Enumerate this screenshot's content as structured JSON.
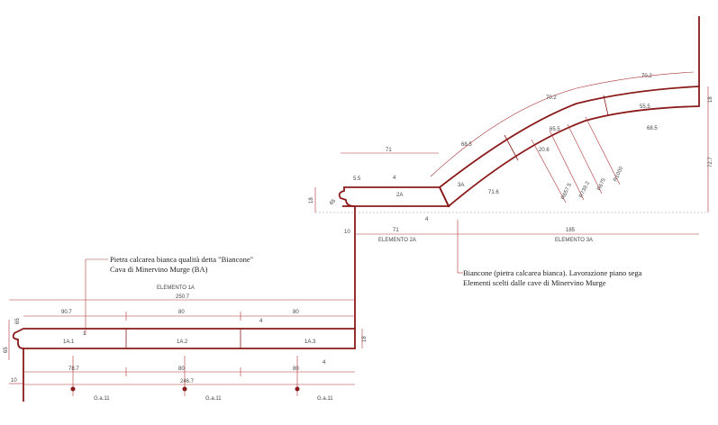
{
  "notes": {
    "note1_line1": "Pietra calcarea bianca qualità detta \"Biancone\"",
    "note1_line2": "Cava di Minervino Murge (BA)",
    "note2_line1": "Biancone (pietra calcarea bianca). Lavorazione piano sega",
    "note2_line2": "Elementi scelti dalle cave di Minervino Murge"
  },
  "elements": {
    "e1": "ELEMENTO 1A",
    "e2": "ELEMENTO 2A",
    "e3": "ELEMENTO 3A"
  },
  "dims_lower": {
    "total_top": "250.7",
    "seg1": "90.7",
    "seg2": "80",
    "seg3": "80",
    "bottom_seg1": "78.7",
    "bottom_seg2": "80",
    "bottom_seg3": "80",
    "total_bottom": "246.7",
    "left_h": "65",
    "left_small": "65",
    "left_off": "10",
    "right_h": "18",
    "notch1": "4",
    "notch2": "4"
  },
  "block_labels": {
    "b1": "1A.1",
    "b2": "1A.2",
    "b3": "1A.3",
    "b4": "2A",
    "b5": "3A"
  },
  "dims_upper": {
    "w71_top": "71",
    "w71_bottom": "71",
    "w185": "185",
    "h18_left": "18",
    "small_65": "65",
    "small_55": "5.5",
    "notch_4a": "4",
    "notch_4b": "4",
    "off_10": "10",
    "h18_right": "18",
    "h727": "72.7",
    "arc_top1": "70.2",
    "arc_top2": "70.2",
    "arc_mid": "68.5",
    "arc_r1": "68.5",
    "arc_low": "71.6",
    "rad1": "R657.5",
    "rad2": "R739.2",
    "rad3": "R675",
    "rad4": "R1000",
    "mid1": "20.6",
    "mid2": "65.5",
    "mid3": "55.5"
  },
  "markers": {
    "m1": "G.a.11",
    "m2": "G.a.11",
    "m3": "G.a.11"
  },
  "colors": {
    "outline": "#8b1a1a",
    "fill": "#f3c7b4"
  }
}
